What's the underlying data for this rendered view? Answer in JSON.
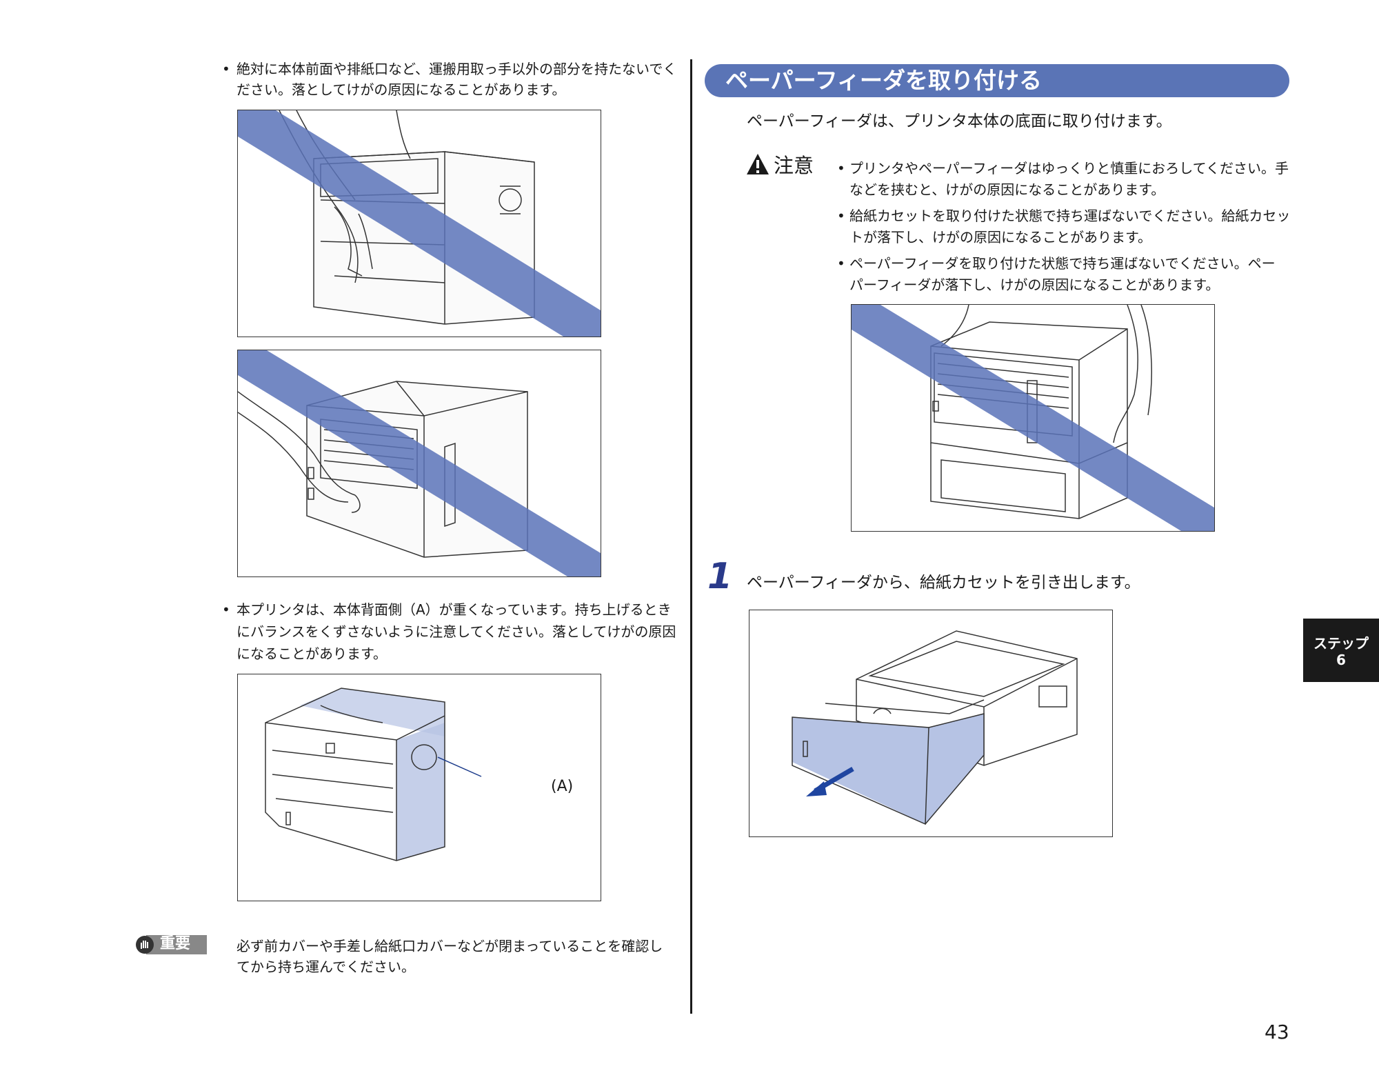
{
  "left_column": {
    "bullet_1": {
      "line1": "絶対に本体前面や排紙口など、運搬用取っ手以外の部分を持たないでく",
      "line2": "ださい。落としてけがの原因になることがあります。"
    },
    "bullet_2": {
      "line1": "本プリンタは、本体背面側（A）が重くなっています。持ち上げるとき",
      "line2": "にバランスをくずさないように注意してください。落としてけがの原因",
      "line3": "になることがあります。"
    },
    "figure_3_callout": "(A)",
    "important": {
      "badge": "重要",
      "line1": "必ず前カバーや手差し給紙口カバーなどが閉まっていることを確認し",
      "line2": "てから持ち運んでください。"
    }
  },
  "right_column": {
    "section_title": "ペーパーフィーダを取り付ける",
    "lead": "ペーパーフィーダは、プリンタ本体の底面に取り付けます。",
    "caution": {
      "label": "注意",
      "items": [
        {
          "line1": "プリンタやペーパーフィーダはゆっくりと慎重におろしてください。手",
          "line2": "などを挟むと、けがの原因になることがあります。"
        },
        {
          "line1": "給紙カセットを取り付けた状態で持ち運ばないでください。給紙カセッ",
          "line2": "トが落下し、けがの原因になることがあります。"
        },
        {
          "line1": "ペーパーフィーダを取り付けた状態で持ち運ばないでください。ペー",
          "line2": "パーフィーダが落下し、けがの原因になることがあります。"
        }
      ]
    },
    "step": {
      "number": "1",
      "text": "ペーパーフィーダから、給紙カセットを引き出します。"
    }
  },
  "side_tab": {
    "line1": "ステップ",
    "line2": "6"
  },
  "page_number": "43",
  "colors": {
    "accent_blue": "#5a74b6",
    "prohibition_band": "#5b73b8",
    "step_number": "#2a3a8a",
    "tab_bg": "#1a1a1a"
  }
}
